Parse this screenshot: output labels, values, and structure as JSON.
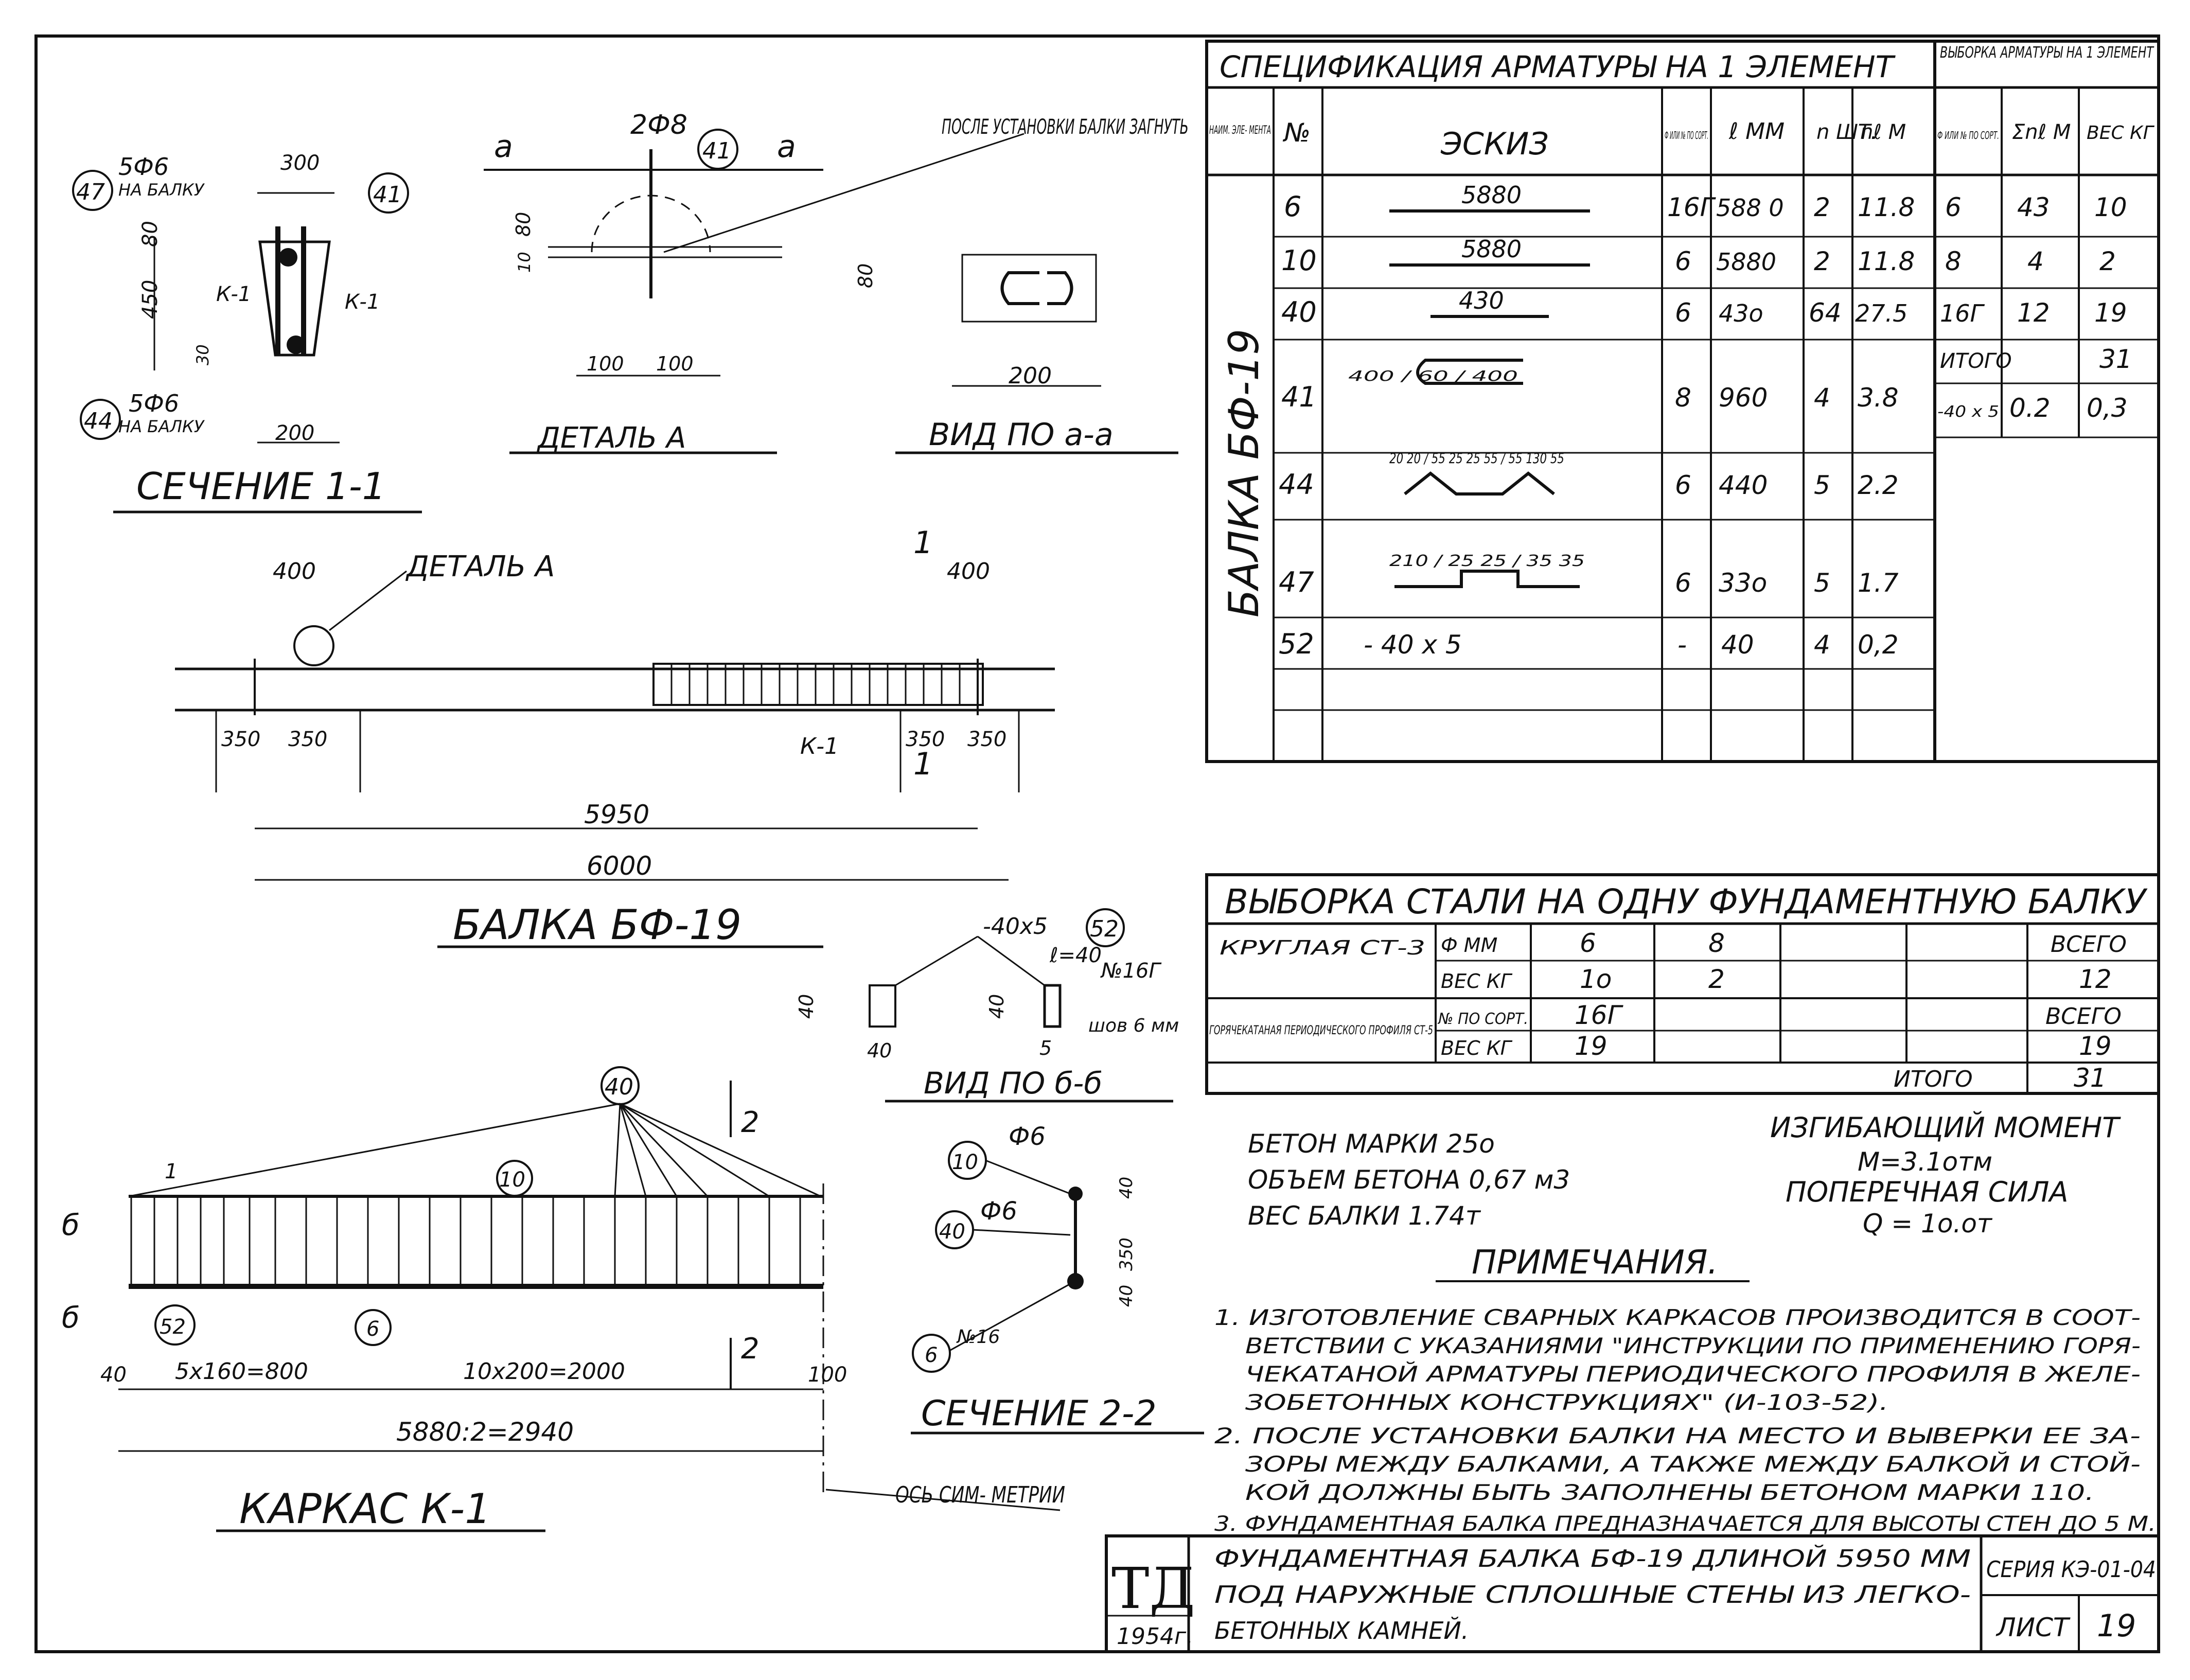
{
  "spec_table": {
    "title": "СПЕЦИФИКАЦИЯ АРМАТУРЫ НА 1 ЭЛЕМЕНТ",
    "side_title": "ВЫБОРКА АРМАТУРЫ НА 1 ЭЛЕМЕНТ",
    "headers": {
      "name": "НАИМ. ЭЛЕ- МЕНТА",
      "num": "№",
      "sketch": "ЭСКИЗ",
      "phi": "Ф ИЛИ № ПО СОРТ.",
      "l": "ℓ ММ",
      "n": "n ШТ.",
      "nl": "nℓ М",
      "phi2": "Ф ИЛИ № ПО СОРТ.",
      "sum": "Σnℓ М",
      "weight": "ВЕС КГ"
    },
    "element": "БАЛКА БФ-19",
    "rows": [
      {
        "num": "6",
        "sketch": "5880",
        "phi": "16Г",
        "l": "588 0",
        "n": "2",
        "nl": "11.8"
      },
      {
        "num": "10",
        "sketch": "5880",
        "phi": "6",
        "l": "5880",
        "n": "2",
        "nl": "11.8"
      },
      {
        "num": "40",
        "sketch": "430",
        "phi": "6",
        "l": "43о",
        "n": "64",
        "nl": "27.5"
      },
      {
        "num": "41",
        "sketch": "400 / 60 / 400",
        "phi": "8",
        "l": "960",
        "n": "4",
        "nl": "3.8"
      },
      {
        "num": "44",
        "sketch": "20 20 / 55 25 25 55 / 55 130 55",
        "phi": "6",
        "l": "440",
        "n": "5",
        "nl": "2.2"
      },
      {
        "num": "47",
        "sketch": "210 / 25 25 / 35 35",
        "phi": "6",
        "l": "33о",
        "n": "5",
        "nl": "1.7"
      },
      {
        "num": "52",
        "sketch": "- 40 x 5",
        "phi": "-",
        "l": "40",
        "n": "4",
        "nl": "0,2"
      }
    ],
    "summary_rows": [
      {
        "phi": "6",
        "sum": "43",
        "weight": "10"
      },
      {
        "phi": "8",
        "sum": "4",
        "weight": "2"
      },
      {
        "phi": "16Г",
        "sum": "12",
        "weight": "19"
      },
      {
        "phi": "ИТОГО",
        "sum": "",
        "weight": "31"
      },
      {
        "phi": "-40 x 5",
        "sum": "0.2",
        "weight": "0,3"
      }
    ]
  },
  "steel_table": {
    "title": "ВЫБОРКА СТАЛИ НА ОДНУ ФУНДАМЕНТНУЮ БАЛКУ",
    "rows": [
      {
        "label": "КРУГЛАЯ СТ-3",
        "sub": "Ф ММ",
        "v1": "6",
        "v2": "8",
        "total": "ВСЕГО"
      },
      {
        "label": "",
        "sub": "ВЕС КГ",
        "v1": "1о",
        "v2": "2",
        "total": "12"
      },
      {
        "label": "ГОРЯЧЕКАТАНАЯ ПЕРИОДИЧЕСКОГО ПРОФИЛЯ СТ-5",
        "sub": "№ ПО СОРТ.",
        "v1": "16Г",
        "v2": "",
        "total": "ВСЕГО"
      },
      {
        "label": "",
        "sub": "ВЕС КГ",
        "v1": "19",
        "v2": "",
        "total": "19"
      }
    ],
    "total_label": "ИТОГО",
    "total_value": "31"
  },
  "section_1_1": {
    "title": "СЕЧЕНИЕ 1-1",
    "labels": [
      "5Ф6",
      "НА БАЛКУ",
      "300",
      "80",
      "450",
      "К-1",
      "К-1",
      "30",
      "5Ф6",
      "НА БАЛКУ",
      "200"
    ],
    "callouts": [
      "47",
      "41",
      "44"
    ]
  },
  "detail_a": {
    "title": "ДЕТАЛЬ А",
    "labels": [
      "2Ф8",
      "а",
      "а",
      "80",
      "10",
      "100",
      "100"
    ],
    "callout": "41"
  },
  "view_a_a": {
    "title": "ВИД ПО а-а",
    "note": "ПОСЛЕ УСТАНОВКИ БАЛКИ ЗАГНУТЬ",
    "labels": [
      "80",
      "200"
    ]
  },
  "beam": {
    "title": "БАЛКА БФ-19",
    "labels": [
      "400",
      "400",
      "ДЕТАЛЬ А",
      "К-1",
      "350",
      "350",
      "350",
      "350",
      "5950",
      "6000",
      "1",
      "1"
    ]
  },
  "view_b_b": {
    "title": "ВИД ПО б-б",
    "labels": [
      "-40x5",
      "ℓ=40",
      "№16Г",
      "40",
      "40",
      "40",
      "5",
      "шов 6 мм"
    ],
    "callout": "52"
  },
  "frame_k1": {
    "title": "КАРКАС К-1",
    "labels": [
      "5x160=800",
      "10x200=2000",
      "5880:2=2940",
      "40",
      "100",
      "б",
      "б",
      "2",
      "2",
      "1"
    ],
    "callouts": [
      "40",
      "10",
      "6",
      "52"
    ],
    "axis_note": "ОСЬ СИМ- МЕТРИИ"
  },
  "section_2_2": {
    "title": "СЕЧЕНИЕ 2-2",
    "labels": [
      "Ф6",
      "Ф6",
      "№16",
      "40",
      "350",
      "40"
    ],
    "callouts": [
      "10",
      "40",
      "6"
    ]
  },
  "concrete": {
    "lines": [
      "БЕТОН МАРКИ 25о",
      "ОБЪЕМ БЕТОНА 0,67 м3",
      "ВЕС БАЛКИ 1.74т"
    ],
    "moment": [
      "ИЗГИБАЮЩИЙ МОМЕНТ",
      "М=3.1отм",
      "ПОПЕРЕЧНАЯ СИЛА",
      "Q = 1о.от"
    ]
  },
  "notes": {
    "title": "ПРИМЕЧАНИЯ.",
    "lines": [
      "1. ИЗГОТОВЛЕНИЕ СВАРНЫХ КАРКАСОВ ПРОИЗВОДИТСЯ В СООТ-",
      "ВЕТСТВИИ С УКАЗАНИЯМИ \"ИНСТРУКЦИИ ПО ПРИМЕНЕНИЮ ГОРЯ-",
      "ЧЕКАТАНОЙ АРМАТУРЫ ПЕРИОДИЧЕСКОГО ПРОФИЛЯ В ЖЕЛЕ-",
      "ЗОБЕТОННЫХ КОНСТРУКЦИЯХ\" (И-103-52).",
      "2. ПОСЛЕ УСТАНОВКИ БАЛКИ НА МЕСТО И ВЫВЕРКИ ЕЕ ЗА-",
      "ЗОРЫ МЕЖДУ БАЛКАМИ, А ТАКЖЕ МЕЖДУ БАЛКОЙ И СТОЙ-",
      "КОЙ ДОЛЖНЫ БЫТЬ ЗАПОЛНЕНЫ БЕТОНОМ МАРКИ 110.",
      "3. ФУНДАМЕНТНАЯ БАЛКА ПРЕДНАЗНАЧАЕТСЯ ДЛЯ ВЫСОТЫ СТЕН ДО 5 М."
    ]
  },
  "title_block": {
    "logo": "ТД",
    "year": "1954г.",
    "description": [
      "ФУНДАМЕНТНАЯ БАЛКА БФ-19 ДЛИНОЙ 5950 ММ",
      "ПОД НАРУЖНЫЕ СПЛОШНЫЕ СТЕНЫ ИЗ ЛЕГКО-",
      "БЕТОННЫХ КАМНЕЙ."
    ],
    "series": "СЕРИЯ КЭ-01-04",
    "sheet_label": "ЛИСТ",
    "sheet_number": "19"
  }
}
